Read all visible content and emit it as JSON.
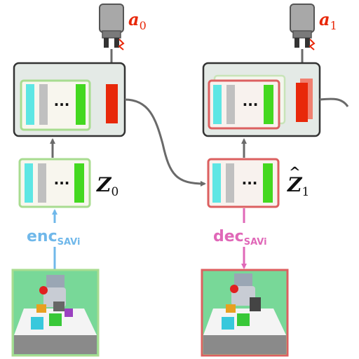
{
  "actions": [
    {
      "symbol": "a",
      "subscript": "0"
    },
    {
      "symbol": "a",
      "subscript": "1"
    }
  ],
  "states": [
    {
      "symbol": "Z",
      "subscript": "0",
      "hat": ""
    },
    {
      "symbol": "Z",
      "subscript": "1",
      "hat": "^"
    }
  ],
  "slot_ellipsis": "···",
  "encoder": {
    "name": "enc",
    "subscript": "SAVi"
  },
  "decoder": {
    "name": "dec",
    "subscript": "SAVi"
  },
  "colors": {
    "action_red": "#e8280a",
    "slot_cyan": "#5ee6e4",
    "slot_gray": "#c0c0c0",
    "slot_green": "#44d820",
    "latent_border_green": "#a8dc90",
    "latent_border_red": "#dc6060",
    "encoder_blue": "#70b8ea",
    "decoder_pink": "#e068b8",
    "connector_gray": "#6a6a6a",
    "module_fill": "#e4eae6"
  }
}
